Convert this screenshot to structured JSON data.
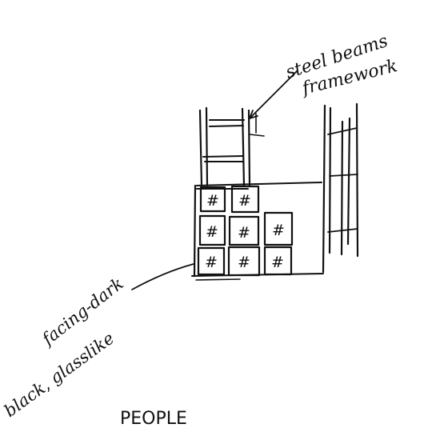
{
  "annotations": {
    "steel_line1": "steel beams",
    "steel_line2": "framework",
    "facing_line1": "facing-dark",
    "facing_line2": "black, glasslike",
    "people": "PEOPLE"
  },
  "panel_mark": "#",
  "ink_color": "#111111"
}
